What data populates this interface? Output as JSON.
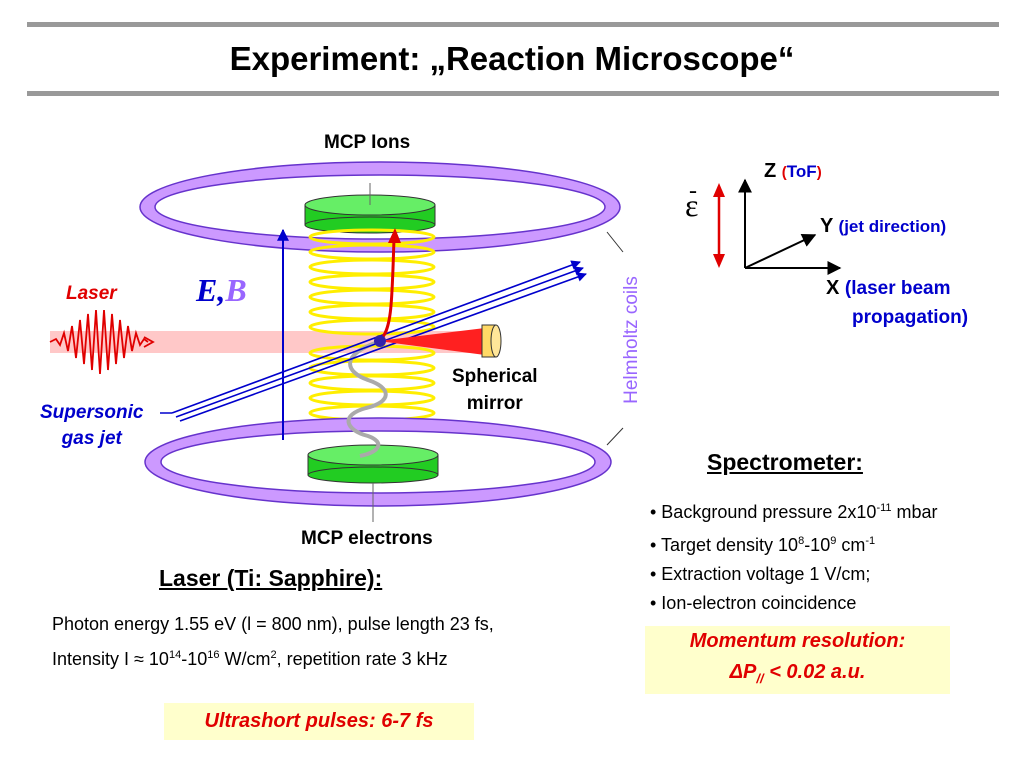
{
  "title": "Experiment:   „Reaction Microscope“",
  "diagram": {
    "mcp_ions": "MCP Ions",
    "mcp_electrons": "MCP electrons",
    "laser": "Laser",
    "supersonic_line1": "Supersonic",
    "supersonic_line2": "gas jet",
    "eb_e": "E",
    "eb_comma": ",",
    "eb_b": "B",
    "spherical_line1": "Spherical",
    "spherical_line2": "mirror",
    "helmholtz": "Helmholtz coils"
  },
  "axes": {
    "epsilon": "ε",
    "epsilon_bar": "-",
    "z_label": "Z",
    "z_paren_open": "(",
    "z_note": "ToF",
    "z_paren_close": ")",
    "y_label": "Y",
    "y_note": "(jet direction)",
    "x_label": "X",
    "x_note_line1": "(laser beam",
    "x_note_line2": "propagation)"
  },
  "spectrometer": {
    "title": "Spectrometer:",
    "b1_pre": "• Background pressure 2x10",
    "b1_sup": "-11",
    "b1_post": " mbar",
    "b2_pre": "• Target density 10",
    "b2_sup1": "8",
    "b2_mid": "-10",
    "b2_sup2": "9",
    "b2_unit": " cm",
    "b2_sup3": "-1",
    "b3": "• Extraction voltage 1 V/cm;",
    "b4": "• Ion-electron coincidence"
  },
  "laser_section": {
    "title": "Laser (Ti: Sapphire):",
    "line1": "Photon energy  1.55 eV (l = 800 nm),  pulse length 23 fs,",
    "l2_pre": "Intensity  I ≈ 10",
    "l2_sup1": "14",
    "l2_mid": "-10",
    "l2_sup2": "16",
    "l2_unit": " W/cm",
    "l2_sup3": "2",
    "l2_post": ", repetition rate 3 kHz"
  },
  "momentum": {
    "line1": "Momentum resolution:",
    "line2_pre": "ΔP",
    "line2_sub": "//",
    "line2_post": " < 0.02 a.u."
  },
  "ultrashort": "Ultrashort pulses: 6-7 fs",
  "colors": {
    "accent_red": "#e00000",
    "blue": "#0000cc",
    "purple": "#9966ff",
    "coil_yellow": "#ffff33",
    "mcp_green": "#22cc22",
    "highlight_box": "#ffffcc"
  }
}
